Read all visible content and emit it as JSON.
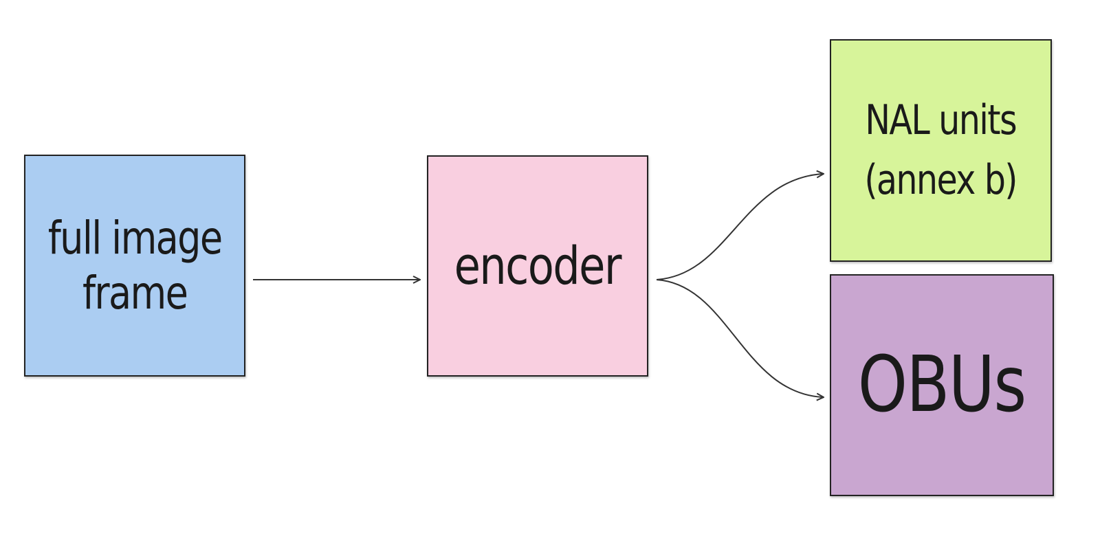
{
  "nodes": [
    {
      "id": "frame",
      "label": "full image frame",
      "lines": [
        "full image",
        "frame"
      ],
      "color": "#abcdf2"
    },
    {
      "id": "encoder",
      "label": "encoder",
      "color": "#f9cfe0"
    },
    {
      "id": "nal",
      "label": "NAL units (annex b)",
      "lines": [
        "NAL units",
        "(annex b)"
      ],
      "color": "#d7f49a"
    },
    {
      "id": "obus",
      "label": "OBUs",
      "color": "#c9a6d0"
    }
  ],
  "edges": [
    {
      "from": "frame",
      "to": "encoder"
    },
    {
      "from": "encoder",
      "to": "nal"
    },
    {
      "from": "encoder",
      "to": "obus"
    }
  ]
}
